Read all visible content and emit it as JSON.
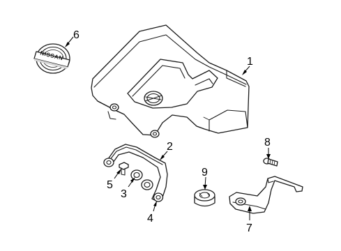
{
  "callouts": {
    "c1": "1",
    "c2": "2",
    "c3": "3",
    "c4": "4",
    "c5": "5",
    "c6": "6",
    "c7": "7",
    "c8": "8",
    "c9": "9"
  },
  "emblem": {
    "text": "NISSAN"
  }
}
